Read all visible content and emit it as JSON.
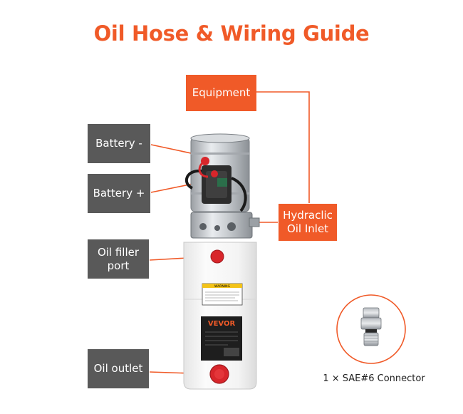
{
  "title": "Oil Hose & Wiring Guide",
  "labels": {
    "equipment": "Equipment",
    "battery_minus": "Battery -",
    "battery_plus": "Battery +",
    "hydraulic_inlet_line1": "Hydraclic",
    "hydraulic_inlet_line2": "Oil Inlet",
    "oil_filler_line1": "Oil filler",
    "oil_filler_line2": "port",
    "oil_outlet": "Oil outlet"
  },
  "connector_caption": "1 × SAE#6 Connector",
  "device": {
    "brand": "VEVOR",
    "warning": "WARNING"
  },
  "colors": {
    "accent": "#f05a28",
    "label_gray": "#595959"
  }
}
